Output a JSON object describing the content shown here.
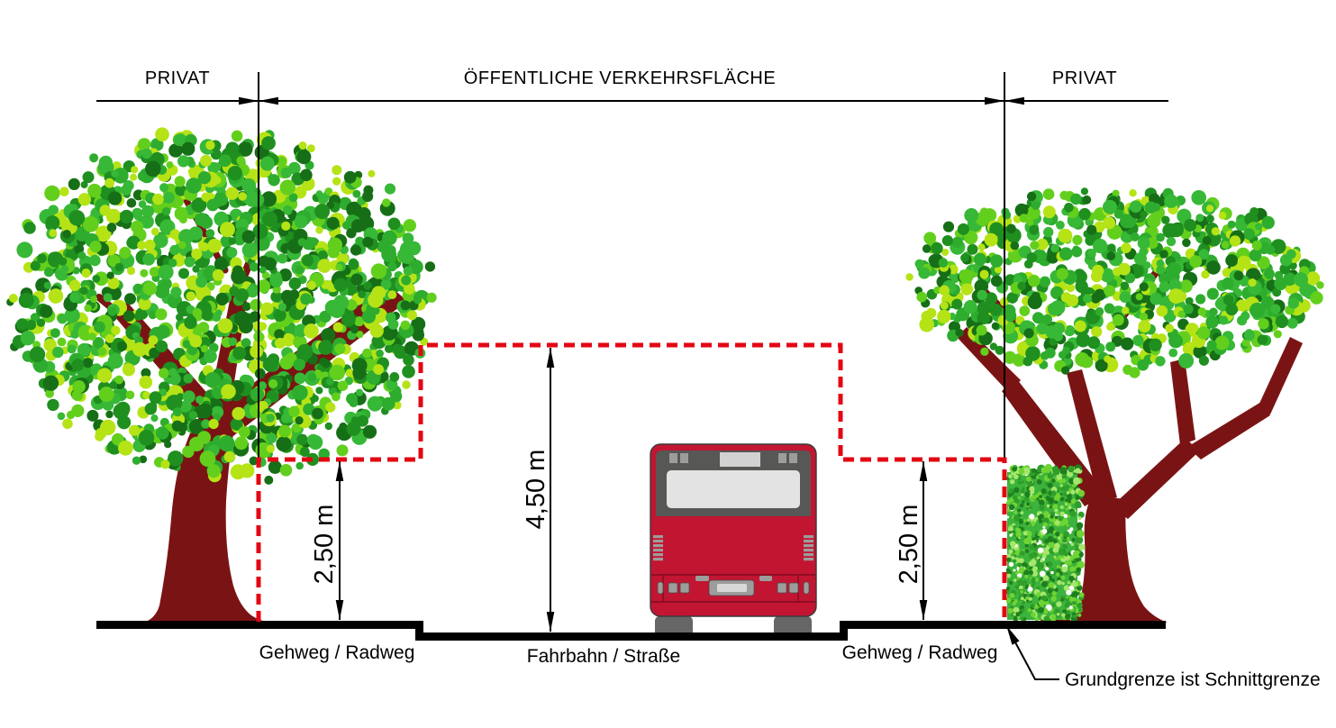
{
  "labels": {
    "zone_left": "PRIVAT",
    "zone_center": "ÖFFENTLICHE VERKEHRSFLÄCHE",
    "zone_right": "PRIVAT",
    "ground_left": "Gehweg / Radweg",
    "ground_center": "Fahrbahn / Straße",
    "ground_right": "Gehweg / Radweg",
    "annotation": "Grundgrenze ist Schnittgrenze"
  },
  "dimensions": {
    "sidewalk_left_clearance": "2,50 m",
    "road_clearance": "4,50 m",
    "sidewalk_right_clearance": "2,50 m"
  },
  "colors": {
    "ink": "#000000",
    "clearance_line": "#e30613",
    "trunk": "#7a1414",
    "leaf_palette": [
      "#2eac2e",
      "#1f8f1f",
      "#63cf1d",
      "#b5e316",
      "#37b837",
      "#166f16"
    ],
    "hedge_base": "#3cb33c",
    "hedge_speckles": [
      "#2f9e2a",
      "#6ed433",
      "#a5e76c",
      "#1e7f1e"
    ],
    "hedge_highlight": "#ffffff",
    "bus_body": "#c21532",
    "bus_roof_band": "#575756",
    "bus_windshield": "#e3e3e3",
    "bus_details": "#9d9d9c",
    "bus_wheels": "#666666"
  }
}
